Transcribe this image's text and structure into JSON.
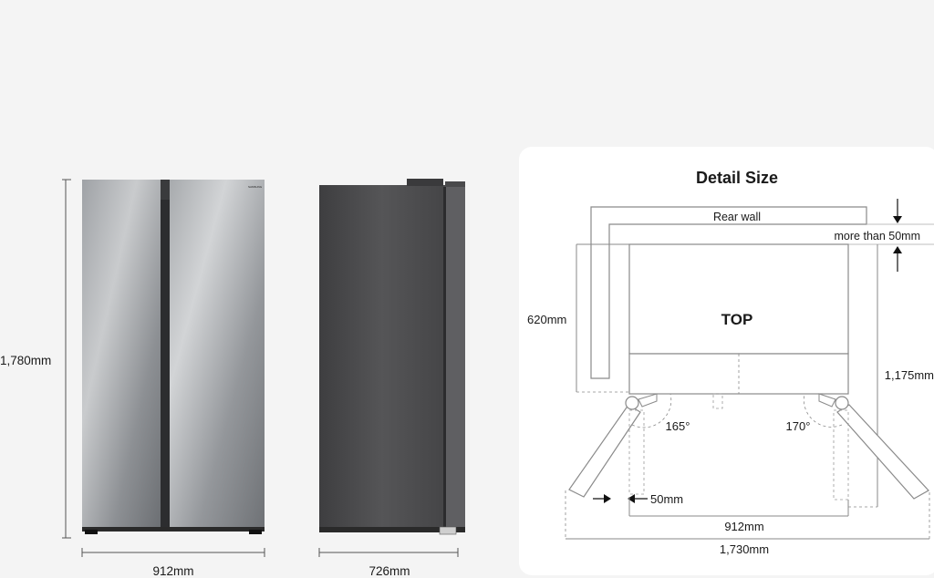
{
  "front_view": {
    "height_label": "1,780mm",
    "width_label": "912mm",
    "brand_mark": "SAMSUNG"
  },
  "side_view": {
    "depth_label": "726mm"
  },
  "detail": {
    "title": "Detail Size",
    "rear_wall_label": "Rear wall",
    "clearance_label": "more than 50mm",
    "top_label": "TOP",
    "depth_label": "620mm",
    "open_depth_label": "1,175mm",
    "left_angle_label": "165°",
    "right_angle_label": "170°",
    "side_gap_label": "50mm",
    "width_label": "912mm",
    "open_width_label": "1,730mm"
  },
  "colors": {
    "background": "#f4f4f4",
    "panel": "#ffffff",
    "line": "#7a7a7a",
    "side_body": "#4a4a4c"
  }
}
